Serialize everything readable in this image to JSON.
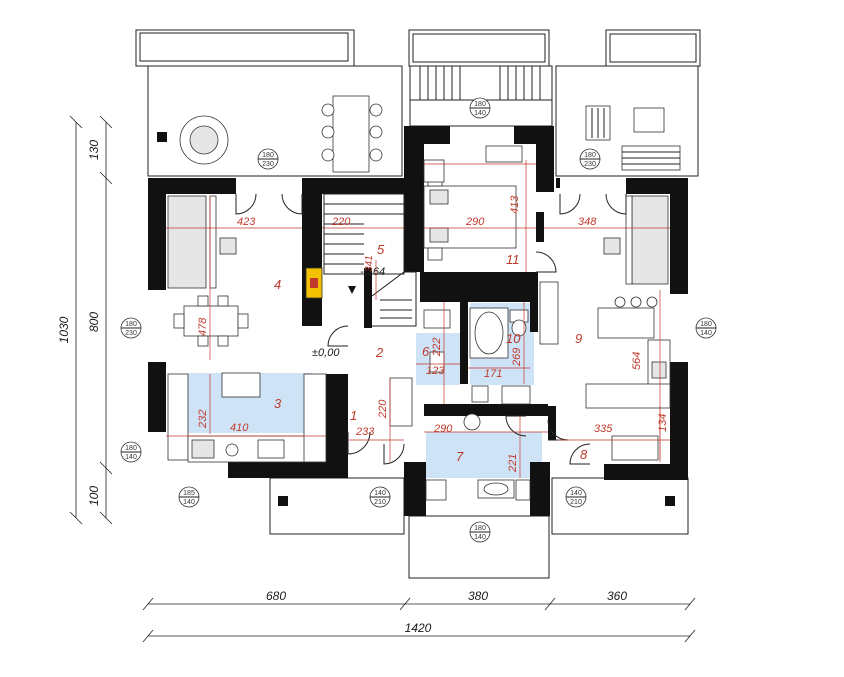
{
  "rooms": [
    {
      "id": "1",
      "label": "1"
    },
    {
      "id": "2",
      "label": "2"
    },
    {
      "id": "3",
      "label": "3"
    },
    {
      "id": "4",
      "label": "4"
    },
    {
      "id": "5",
      "label": "5"
    },
    {
      "id": "6",
      "label": "6"
    },
    {
      "id": "7",
      "label": "7"
    },
    {
      "id": "8",
      "label": "8"
    },
    {
      "id": "9",
      "label": "9"
    },
    {
      "id": "10",
      "label": "10"
    },
    {
      "id": "11",
      "label": "11"
    }
  ],
  "level_labels": {
    "ground": "±0,00",
    "stair": "-0,64"
  },
  "inner_dimensions": {
    "d423": "423",
    "d220a": "220",
    "d290a": "290",
    "d413": "413",
    "d348": "348",
    "d478": "478",
    "d341": "341",
    "d232": "232",
    "d410": "410",
    "d220b": "220",
    "d233": "233",
    "d222": "222",
    "d269": "269",
    "d123": "123",
    "d171": "171",
    "d290b": "290",
    "d221": "221",
    "d564": "564",
    "d335": "335",
    "d134": "134"
  },
  "openings": {
    "o1": [
      "180",
      "230"
    ],
    "o2": [
      "180",
      "140"
    ],
    "o3": [
      "180",
      "230"
    ],
    "o4": [
      "180",
      "230"
    ],
    "o5": [
      "180",
      "140"
    ],
    "o6": [
      "180",
      "140"
    ],
    "o7": [
      "185",
      "140"
    ],
    "o8": [
      "140",
      "210"
    ],
    "o9": [
      "140",
      "210"
    ],
    "o10": [
      "180",
      "140"
    ]
  },
  "outer_dimensions": {
    "left_total": "1030",
    "left_mid": "800",
    "left_top": "130",
    "left_bottom": "100",
    "bottom_a": "680",
    "bottom_b": "380",
    "bottom_c": "360",
    "bottom_total": "1420"
  },
  "colors": {
    "dimension_red": "#c0392b",
    "wall": "#111111",
    "wet_room_blue": "#cfe3f6"
  }
}
